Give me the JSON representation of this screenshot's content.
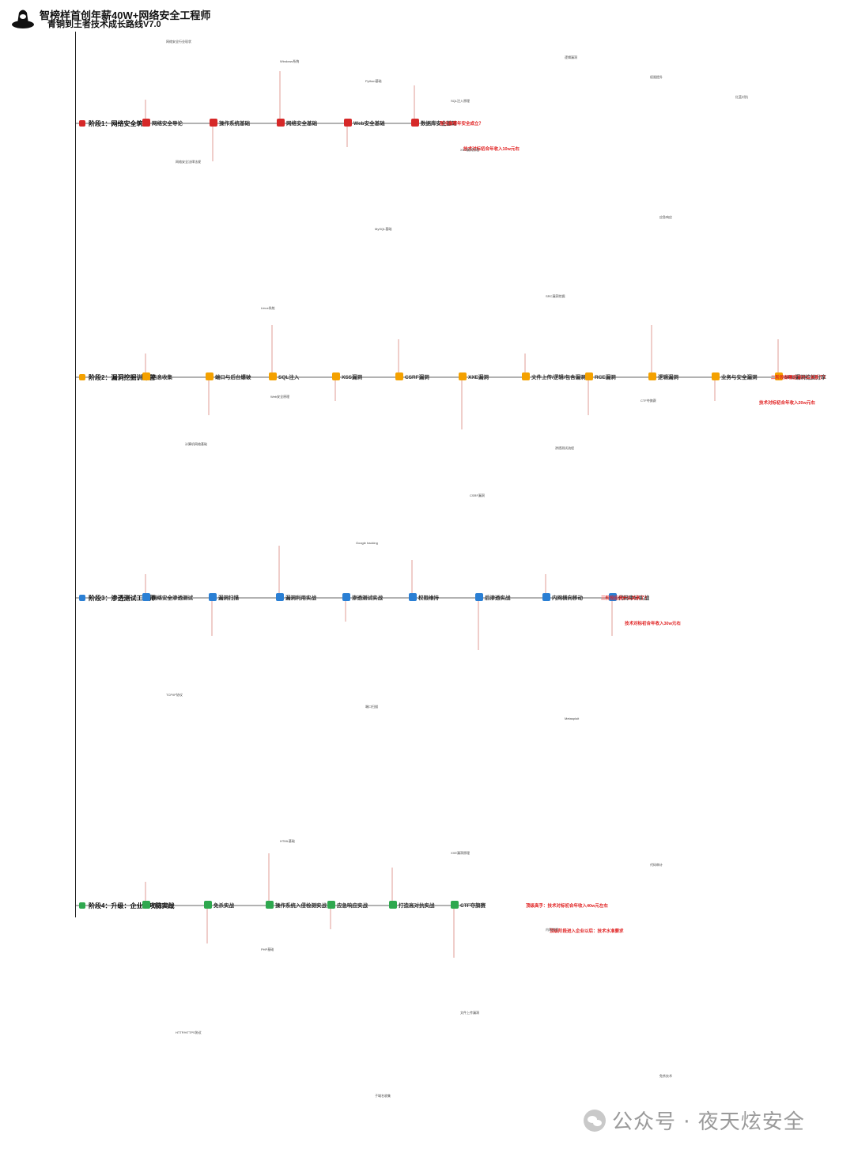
{
  "header": {
    "title_line_1": "智榜样首创年薪40W+网络安全工程师",
    "title_line_2": "青铜到王者技术成长路线V7.0"
  },
  "stages": [
    {
      "label": "阶段1：网络安全筑基",
      "nodes": [
        "网络安全导论",
        "操作系统基础",
        "网络安全基础",
        "Web安全基础",
        "数据库安全基础"
      ],
      "note": "那当做哪年安全成立？",
      "extra_note": "技术对标初合年收入10w元右",
      "color": "#d62828"
    },
    {
      "label": "阶段2：漏洞挖掘训练营",
      "nodes": [
        "信息收集",
        "端口与后台爆破",
        "SQL注入",
        "XSS漏洞",
        "CSRF漏洞",
        "XXE漏洞",
        "文件上传/逻辑/包含漏洞",
        "RCE漏洞",
        "逻辑漏洞",
        "业务与安全漏洞",
        "SRC漏洞挖掘分享"
      ],
      "note": "二阶段部署应该什么关系了？",
      "extra_note": "技术对标初合年收入20w元右",
      "color": "#f4a100"
    },
    {
      "label": "阶段3：渗透测试工程师",
      "nodes": [
        "网络安全渗透测试",
        "漏洞扫描",
        "漏洞利用实战",
        "渗透测试实战",
        "权限维持",
        "后渗透实战",
        "内网横向移动",
        "代码审计实战"
      ],
      "note": "三阶段应用什么关系了？",
      "extra_note": "技术对标初合年收入30w元右",
      "color": "#2a7fd4"
    },
    {
      "label": "阶段4：升级：企业级攻防实战",
      "nodes": [
        "红蓝对抗",
        "免杀实战",
        "操作系统入侵检测实战",
        "应急响应实战",
        "打造高对抗实战",
        "CTF夺旗赛"
      ],
      "note": "顶级高手：技术对标初合年收入40w元左右",
      "extra_note": "顶级阶段进入企业以后：技术水准要求",
      "color": "#2fa84f"
    }
  ],
  "sample_leaves": [
    "网络安全行业现状",
    "网络安全法律法规",
    "计算机网络基础",
    "TCP/IP协议",
    "HTTP/HTTPS协议",
    "Windows系统",
    "Linux系统",
    "Web安全原理",
    "HTML基础",
    "PHP基础",
    "Python基础",
    "MySQL基础",
    "Google hacking",
    "端口扫描",
    "子域名收集",
    "SQL注入原理",
    "XSS漏洞原理",
    "CSRF漏洞",
    "XXE漏洞原理",
    "文件上传漏洞",
    "逻辑漏洞",
    "SRC漏洞挖掘",
    "渗透测试流程",
    "Metasploit",
    "内网渗透",
    "权限提升",
    "应急响应",
    "CTF夺旗赛",
    "代码审计",
    "免杀技术",
    "红蓝对抗"
  ],
  "watermark": "公众号 · 夜天炫安全",
  "icons": [
    "hacker-logo-icon",
    "stage-marker-icon",
    "topic-hub-icon",
    "wechat-icon"
  ]
}
